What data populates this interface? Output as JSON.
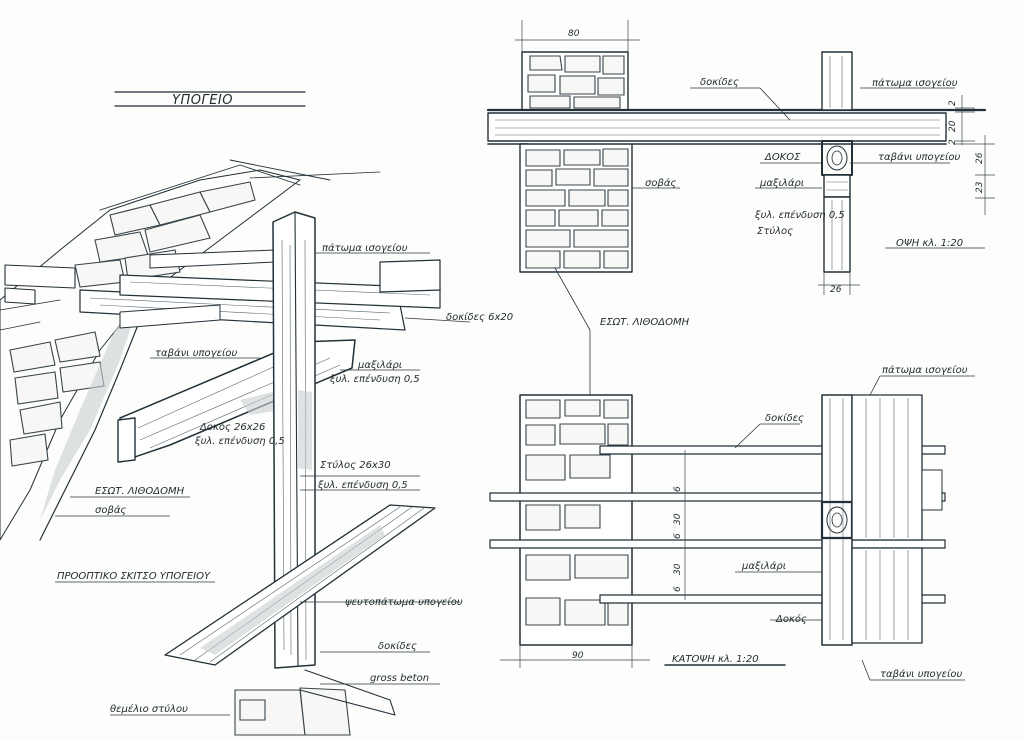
{
  "titles": {
    "main": "ΥΠΟΓΕΙΟ",
    "perspective": "ΠΡΟΟΠΤΙΚΟ ΣΚΙΤΣΟ ΥΠΟΓΕΙΟΥ",
    "elevation": "ΟΨΗ κλ. 1:20",
    "plan": "ΚΑΤΟΨΗ κλ. 1:20"
  },
  "perspective_labels": {
    "floor_above": "πάτωμα ισογείου",
    "joists": "δοκίδες 6x20",
    "ceiling": "ταβάνι υπογείου",
    "maxilari": "μαξιλάρι",
    "maxilari_finish": "ξυλ. επένδυση 0,5",
    "beam": "Δοκός 26x26",
    "beam_finish": "ξυλ. επένδυση 0,5",
    "column": "Στύλος 26x30",
    "column_finish": "ξυλ. επένδυση 0,5",
    "masonry": "ΕΣΩΤ. ΛΙΘΟΔΟΜΗ",
    "plaster": "σοβάς",
    "ground_floor": "ψευτοπάτωμα υπογείου",
    "joists_lower": "δοκίδες",
    "gross_beton": "gross beton",
    "foundation": "θεμέλιο στύλου"
  },
  "elevation_labels": {
    "joists": "δοκίδες",
    "floor_above": "πάτωμα ισογείου",
    "beam": "ΔΟΚΟΣ",
    "ceiling": "ταβάνι υπογείου",
    "plaster": "σοβάς",
    "maxilari": "μαξιλάρι",
    "finish": "ξυλ. επένδυση 0,5",
    "column": "Στύλος",
    "masonry": "ΕΣΩΤ. ΛΙΘΟΔΟΜΗ"
  },
  "plan_labels": {
    "floor_above": "πάτωμα ισογείου",
    "joists": "δοκίδες",
    "maxilari": "μαξιλάρι",
    "beam": "Δοκός",
    "ceiling": "ταβάνι υπογείου"
  },
  "dimensions": {
    "elev_wall": "80",
    "elev_col": "26",
    "elev_r1": "2",
    "elev_r2": "20",
    "elev_r3": "2",
    "elev_r4": "26",
    "elev_r5": "23",
    "plan_wall": "90",
    "plan_gap1": "30",
    "plan_gap2": "30",
    "plan_j1": "6",
    "plan_j2": "6",
    "plan_j3": "6"
  }
}
